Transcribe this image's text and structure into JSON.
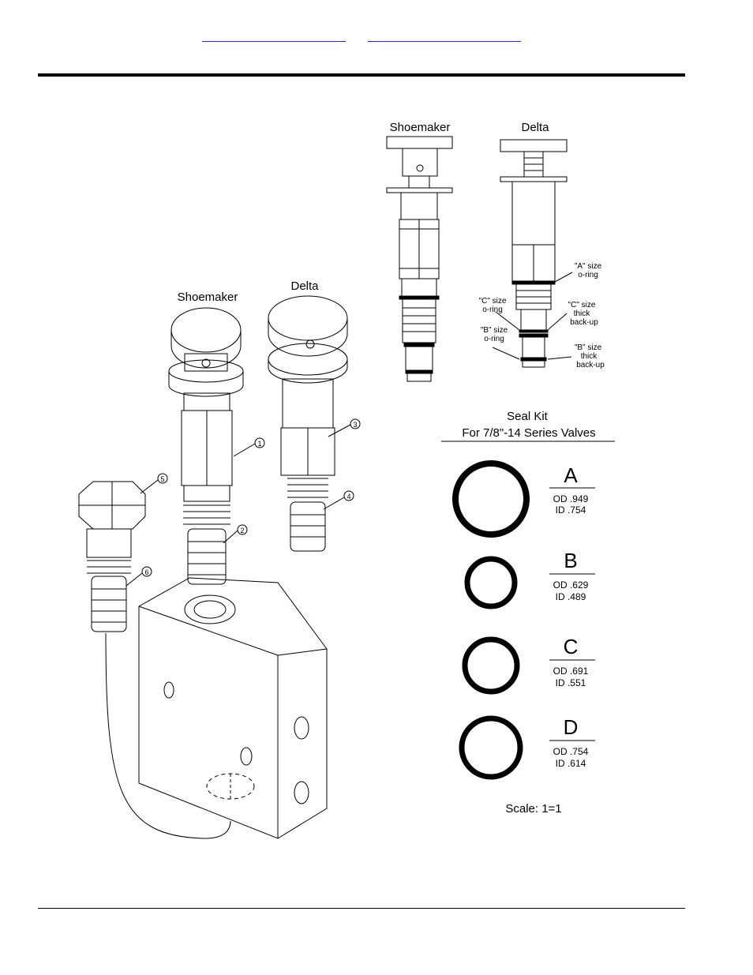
{
  "header": {
    "link_left": "",
    "link_right": ""
  },
  "labels": {
    "shoemaker_top": "Shoemaker",
    "delta_top": "Delta",
    "shoemaker_main": "Shoemaker",
    "delta_main": "Delta",
    "a_oring_1": "\"A\" size",
    "a_oring_2": "o-ring",
    "c_oring_1": "\"C\" size",
    "c_oring_2": "o-ring",
    "c_backup_1": "\"C\" size",
    "c_backup_2": "thick",
    "c_backup_3": "back-up",
    "b_oring_1": "\"B\" size",
    "b_oring_2": "o-ring",
    "b_backup_1": "\"B\" size",
    "b_backup_2": "thick",
    "b_backup_3": "back-up"
  },
  "callouts": [
    "1",
    "2",
    "3",
    "4",
    "5",
    "6"
  ],
  "seal_kit": {
    "title_1": "Seal Kit",
    "title_2": "For 7/8\"-14 Series Valves",
    "seals": [
      {
        "letter": "A",
        "od": "OD .949",
        "id": "ID .754"
      },
      {
        "letter": "B",
        "od": "OD .629",
        "id": "ID .489"
      },
      {
        "letter": "C",
        "od": "OD .691",
        "id": "ID .551"
      },
      {
        "letter": "D",
        "od": "OD .754",
        "id": "ID .614"
      }
    ],
    "scale": "Scale: 1=1"
  }
}
